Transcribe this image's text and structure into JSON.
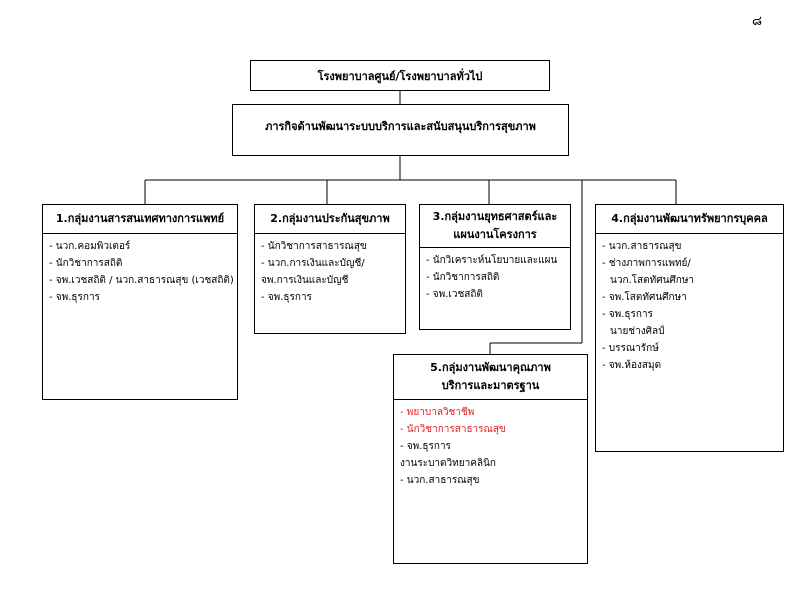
{
  "page_number": "๘",
  "top": {
    "title": "โรงพยาบาลศูนย์/โรงพยาบาลทั่วไป",
    "mission": "ภารกิจด้านพัฒนาระบบบริการและสนับสนุนบริการสุขภาพ"
  },
  "groups": [
    {
      "title_lines": [
        "1.กลุ่มงานสารสนเทศทางการแพทย์"
      ],
      "items": [
        {
          "text": "- นวก.คอมพิวเตอร์",
          "color": "#000000"
        },
        {
          "text": "- นักวิชาการสถิติ",
          "color": "#000000"
        },
        {
          "text": "- จพ.เวชสถิติ / นวก.สาธารณสุข (เวชสถิติ)",
          "color": "#000000"
        },
        {
          "text": "- จพ.ธุรการ",
          "color": "#000000"
        }
      ]
    },
    {
      "title_lines": [
        "2.กลุ่มงานประกันสุขภาพ"
      ],
      "items": [
        {
          "text": "- นักวิชาการสาธารณสุข",
          "color": "#000000"
        },
        {
          "text": "- นวก.การเงินและบัญชี/",
          "color": "#000000"
        },
        {
          "text": "จพ.การเงินและบัญชี",
          "color": "#000000"
        },
        {
          "text": "- จพ.ธุรการ",
          "color": "#000000"
        }
      ]
    },
    {
      "title_lines": [
        "3.กลุ่มงานยุทธศาสตร์และ",
        "แผนงานโครงการ"
      ],
      "items": [
        {
          "text": "- นักวิเคราะห์นโยบายและแผน",
          "color": "#000000"
        },
        {
          "text": "- นักวิชาการสถิติ",
          "color": "#000000"
        },
        {
          "text": "- จพ.เวชสถิติ",
          "color": "#000000"
        }
      ]
    },
    {
      "title_lines": [
        "4.กลุ่มงานพัฒนาทรัพยากรบุคคล"
      ],
      "items": [
        {
          "text": "- นวก.สาธารณสุข",
          "color": "#000000"
        },
        {
          "text": "- ช่างภาพการแพทย์/",
          "color": "#000000"
        },
        {
          "text": "นวก.โสตทัศนศึกษา",
          "color": "#000000"
        },
        {
          "text": "- จพ.โสตทัศนศึกษา",
          "color": "#000000"
        },
        {
          "text": "- จพ.ธุรการ",
          "color": "#000000"
        },
        {
          "text": "นายช่างศิลป์",
          "color": "#000000"
        },
        {
          "text": "- บรรณารักษ์",
          "color": "#000000"
        },
        {
          "text": "- จพ.ห้องสมุด",
          "color": "#000000"
        }
      ]
    },
    {
      "title_lines": [
        "5.กลุ่มงานพัฒนาคุณภาพ",
        "บริการและมาตรฐาน"
      ],
      "items": [
        {
          "text": "- พยาบาลวิชาชีพ",
          "color": "#e02020"
        },
        {
          "text": "- นักวิชาการสาธารณสุข",
          "color": "#e02020"
        },
        {
          "text": "- จพ.ธุรการ",
          "color": "#000000"
        },
        {
          "text": "งานระบาดวิทยาคลินิก",
          "color": "#000000"
        },
        {
          "text": "- นวก.สาธารณสุข",
          "color": "#000000"
        }
      ]
    }
  ]
}
